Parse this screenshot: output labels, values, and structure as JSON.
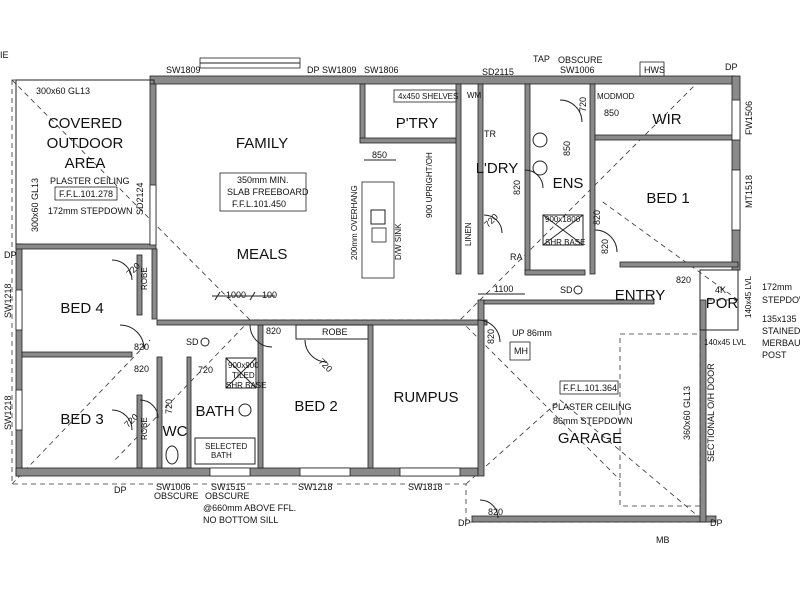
{
  "rooms": {
    "covered_outdoor_1": "COVERED",
    "covered_outdoor_2": "OUTDOOR",
    "covered_outdoor_3": "AREA",
    "family": "FAMILY",
    "meals": "MEALS",
    "pantry": "P'TRY",
    "laundry": "L'DRY",
    "ensuite": "ENS",
    "wir": "WIR",
    "bed1": "BED 1",
    "bed2": "BED 2",
    "bed3": "BED 3",
    "bed4": "BED 4",
    "bath": "BATH",
    "wc": "WC",
    "rumpus": "RUMPUS",
    "entry": "ENTRY",
    "porch": "POR",
    "garage": "GARAGE"
  },
  "windows": {
    "sw1809_a": "SW1809",
    "dp_top": "DP",
    "sw1809_b": "SW1809",
    "sw1806": "SW1806",
    "sd2115": "SD2115",
    "tap": "TAP",
    "obscure_top": "OBSCURE",
    "sw1006_top": "SW1006",
    "hws": "HWS",
    "dp_tr": "DP",
    "fw1506": "FW1506",
    "mt1518": "MT1518",
    "sd2124": "SD2124",
    "sw1218_a": "SW1218",
    "sw1218_b": "SW1218",
    "dp_left": "DP",
    "dp_bl": "DP",
    "sw1006_bottom": "SW1006",
    "obscure_bottom1": "OBSCURE",
    "sw1515": "SW1515",
    "obscure_bottom2": "OBSCURE",
    "sill1": "@660mm ABOVE FFL.",
    "sill2": "NO BOTTOM SILL",
    "sw1218_bottom": "SW1218",
    "sw1818": "SW1818",
    "dp_bottom1": "DP",
    "dp_bottom2": "DP",
    "mb": "MB",
    "sectional_door": "SECTIONAL O/H DOOR"
  },
  "notes": {
    "gl13_corner": "300x60 GL13",
    "plaster_ceiling": "PLASTER CEILING",
    "ffl_outdoor": "F.F.L.101.278",
    "stepdown_outdoor": "172mm STEPDOWN",
    "gl13_left": "300x60 GL13",
    "slab_1": "350mm MIN.",
    "slab_2": "SLAB FREEBOARD",
    "slab_3": "F.F.L.101.450",
    "overhang": "200mm OVERHANG",
    "dw_sink": "D/W  SINK",
    "shelves": "4x450 SHELVES",
    "upright": "900 UPRIGHT/OH",
    "tr": "TR",
    "wm": "WM",
    "linen": "LINEN",
    "ra": "RA",
    "dim_850_kitchen": "850",
    "dim_850_wir": "850",
    "dim_850_ens": "850",
    "modmod": "MODMOD",
    "dim_720_top": "720",
    "shower_top": "900x1800",
    "shower_base_top": "SHR BASE",
    "dim_1000": "1000",
    "dim_100": "100",
    "dim_1100": "1100",
    "sd_hall": "SD",
    "sd_entry": "SD",
    "up86": "UP 86mm",
    "mh": "MH",
    "robe_bed4": "ROBE",
    "robe_bed2": "ROBE",
    "robe_bed3": "ROBE",
    "shower_bath": "900x900",
    "tiled": "TILED",
    "shr_base_bath": "SHR BASE",
    "selected_bath_1": "SELECTED",
    "selected_bath_2": "BATH",
    "garage_ffl": "F.F.L.101.364",
    "garage_ceiling": "PLASTER CEILING",
    "garage_stepdown": "86mm STEPDOWN",
    "garage_gl13": "360x60 GL13",
    "porch_4k": "4K",
    "porch_lvl": "140x45 LVL",
    "porch_lvl2": "140x45 LVL",
    "stepdown_172": "172mm",
    "stepdown_word": "STEPDOWN",
    "post_1": "135x135",
    "post_2": "STAINED",
    "post_3": "MERBAU",
    "post_4": "POST",
    "ie": "IE"
  },
  "doors": {
    "d820_ldry": "820",
    "d820_ens": "820",
    "d820_bed1": "820",
    "d820_entry": "820",
    "d820_hall_top": "820",
    "d820_bed4": "820",
    "d820_bed3": "820",
    "d820_rumpus": "820",
    "d820_garage": "820",
    "d720_bed4": "720",
    "d720_bed3": "720",
    "d720_wc": "720",
    "d720_bath": "720",
    "d720_bed2": "720",
    "d720_ldry": "720"
  }
}
